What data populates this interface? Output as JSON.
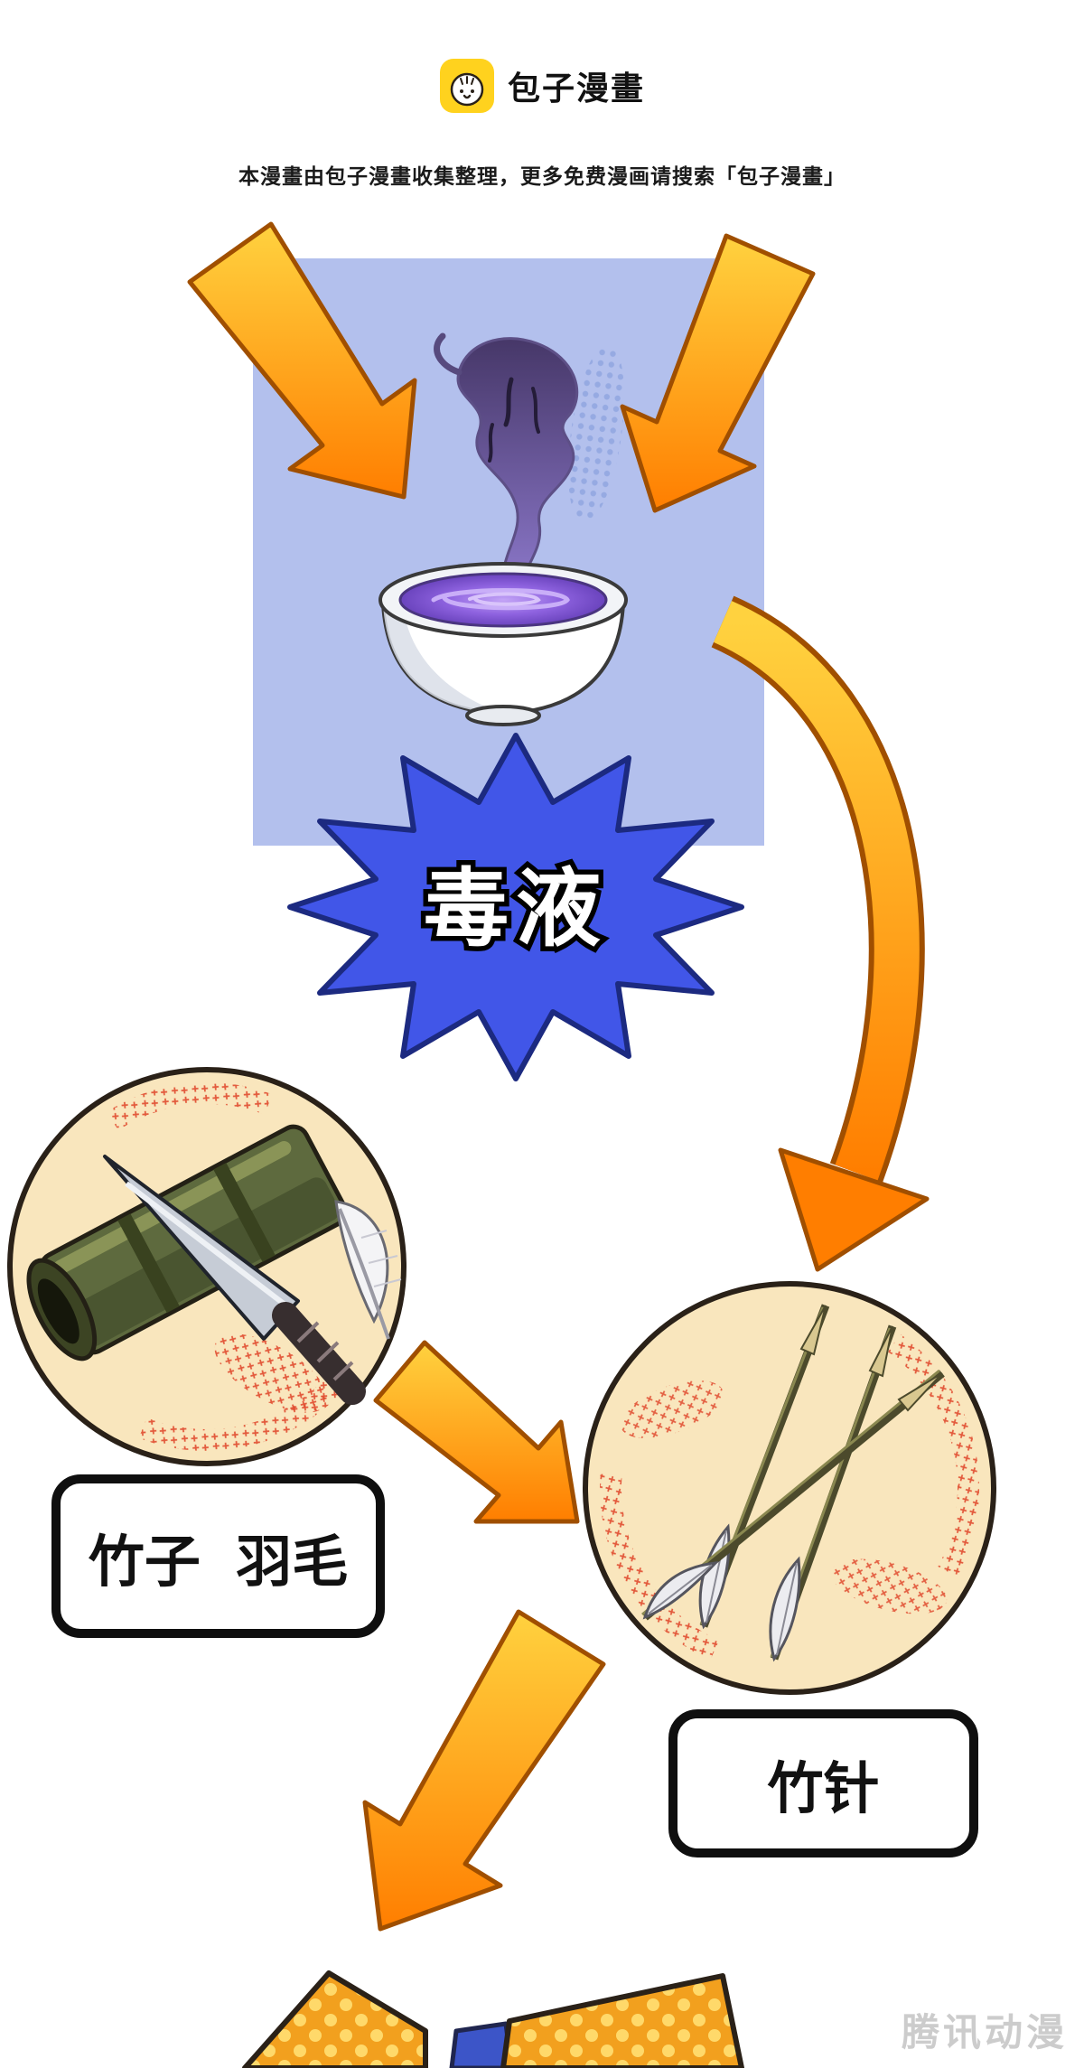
{
  "header": {
    "brand": "包子漫畫",
    "disclaimer": "本漫畫由包子漫畫收集整理，更多免费漫画请搜索「包子漫畫」"
  },
  "diagram": {
    "poison": "毒液",
    "materials": "竹子 羽毛",
    "needle": "竹针"
  },
  "watermark": "腾讯动漫",
  "colors": {
    "panel_blue": "#b3c0ed",
    "starburst_blue": "#4156e8",
    "circle_cream": "#f9e6bd",
    "arrow_orange": "#ff7e00",
    "arrow_yellow": "#ffd23f",
    "logo_yellow": "#ffd21e",
    "stipple_red": "#e04a2e"
  }
}
